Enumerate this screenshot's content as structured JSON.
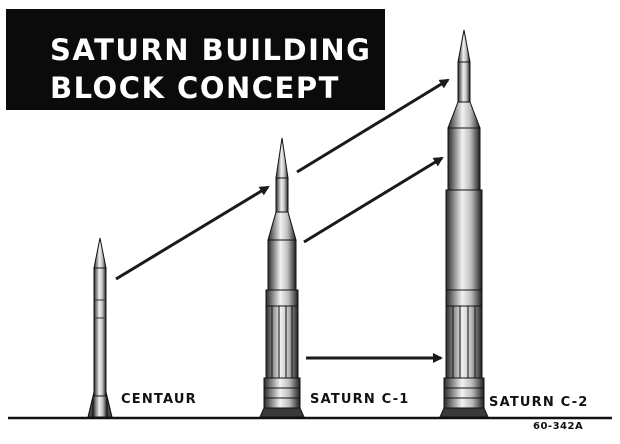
{
  "title": {
    "line1": "SATURN BUILDING",
    "line2": "BLOCK CONCEPT"
  },
  "vehicles": [
    {
      "name": "CENTAUR"
    },
    {
      "name": "SATURN C-1"
    },
    {
      "name": "SATURN C-2"
    }
  ],
  "figure_code": "60-342A",
  "colors": {
    "ink": "#111111",
    "background": "#ffffff",
    "title_box": "#0b0b0b",
    "title_text": "#ffffff"
  }
}
